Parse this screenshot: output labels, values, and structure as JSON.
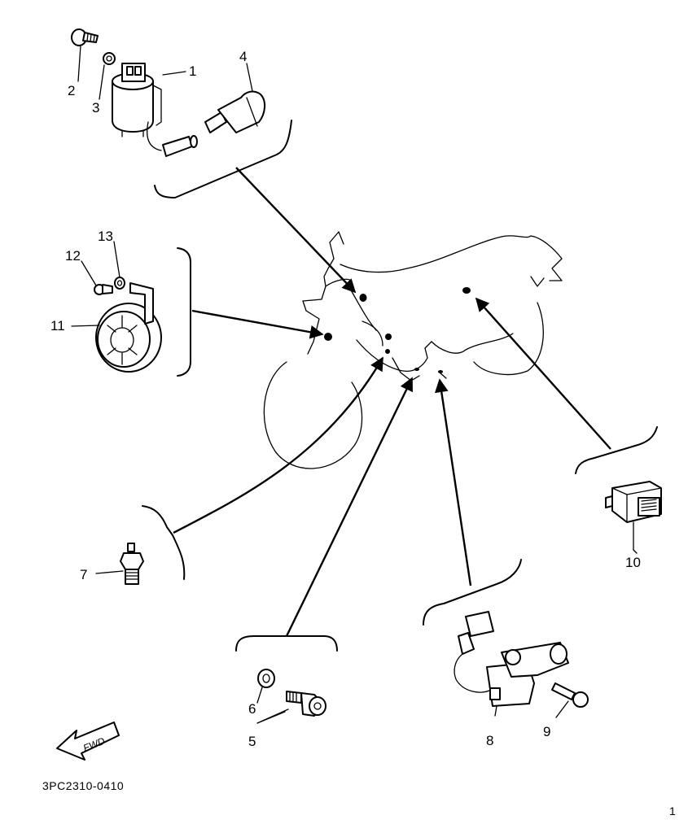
{
  "callouts": {
    "c1": "1",
    "c2": "2",
    "c3": "3",
    "c4": "4",
    "c5": "5",
    "c6": "6",
    "c7": "7",
    "c8": "8",
    "c9": "9",
    "c10": "10",
    "c11": "11",
    "c12": "12",
    "c13": "13"
  },
  "fwd_label": "FWD",
  "ref_code": "3PC2310-0410",
  "page_mark": "1"
}
